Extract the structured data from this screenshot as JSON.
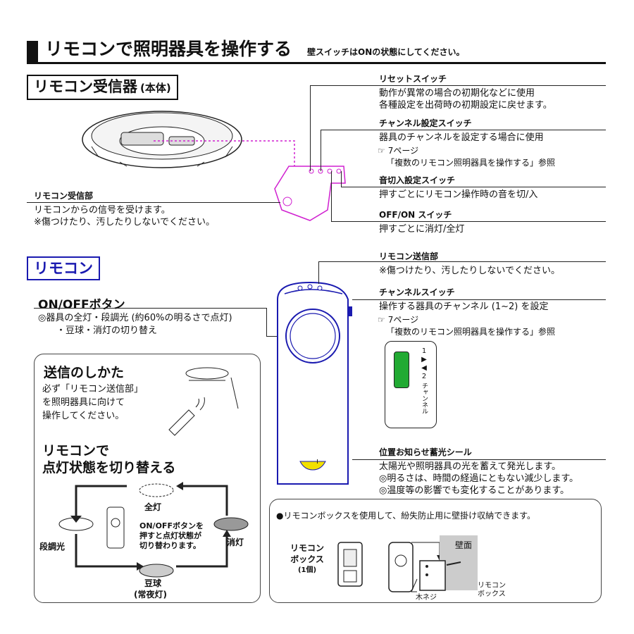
{
  "header": {
    "title": "リモコンで照明器具を操作する",
    "note": "壁スイッチはONの状態にしてください。"
  },
  "receiver": {
    "title": "リモコン受信器",
    "title_suffix": "(本体)",
    "part_label": "リモコン受信部",
    "part_desc": [
      "リモコンからの信号を受けます。",
      "※傷つけたり、汚したりしないでください。"
    ]
  },
  "reset_switch": {
    "label": "リセットスイッチ",
    "desc": [
      "動作が異常の場合の初期化などに使用",
      "各種設定を出荷時の初期設定に戻せます。"
    ]
  },
  "channel_setting_switch": {
    "label": "チャンネル設定スイッチ",
    "desc": "器具のチャンネルを設定する場合に使用",
    "ref_page": "7ページ",
    "ref_title": "「複数のリモコン照明器具を操作する」参照"
  },
  "sound_switch": {
    "label": "音切入設定スイッチ",
    "desc": "押すごとにリモコン操作時の音を切/入"
  },
  "offon_switch": {
    "label": "OFF/ON スイッチ",
    "desc": "押すごとに消灯/全灯"
  },
  "remote": {
    "title": "リモコン",
    "onoff_label": "ON/OFFボタン",
    "onoff_desc": [
      "◎器具の全灯・段調光 (約60%の明るさで点灯)",
      "・豆球・消灯の切り替え"
    ],
    "transmitter_label": "リモコン送信部",
    "transmitter_desc": "※傷つけたり、汚したりしないでください。",
    "channel_switch_label": "チャンネルスイッチ",
    "channel_switch_desc": "操作する器具のチャンネル (1~2) を設定",
    "channel_ref_page": "7ページ",
    "channel_ref_title": "「複数のリモコン照明器具を操作する」参照",
    "channel_tag": "チャンネル",
    "channel_2": "2",
    "channel_1": "1",
    "glow_label": "位置お知らせ蓄光シール",
    "glow_desc": [
      "太陽光や照明器具の光を蓄えて発光します。",
      "◎明るさは、時間の経過にともない減少します。",
      "◎温度等の影響でも変化することがあります。"
    ]
  },
  "howto": {
    "title": "送信のしかた",
    "desc": [
      "必ず「リモコン送信部」",
      "を照明器具に向けて",
      "操作してください。"
    ],
    "switch_title_1": "リモコンで",
    "switch_title_2": "点灯状態を切り替える",
    "state_full": "全灯",
    "state_dim": "段調光",
    "state_off": "消灯",
    "state_night_1": "豆球",
    "state_night_2": "(常夜灯)",
    "cycle_note": [
      "ON/OFFボタンを",
      "押すと点灯状態が",
      "切り替わります。"
    ]
  },
  "box_panel": {
    "note": "●リモコンボックスを使用して、紛失防止用に壁掛け収納できます。",
    "box_label": [
      "リモコン",
      "ボックス",
      "(1個)"
    ],
    "wall_label": "壁面",
    "screw_label": "木ネジ",
    "box_label_small": [
      "リモコン",
      "ボックス"
    ]
  },
  "colors": {
    "accent": "#d020d0",
    "blue": "#1a1ab0",
    "glow": "#f2e000",
    "green": "#22aa33"
  }
}
